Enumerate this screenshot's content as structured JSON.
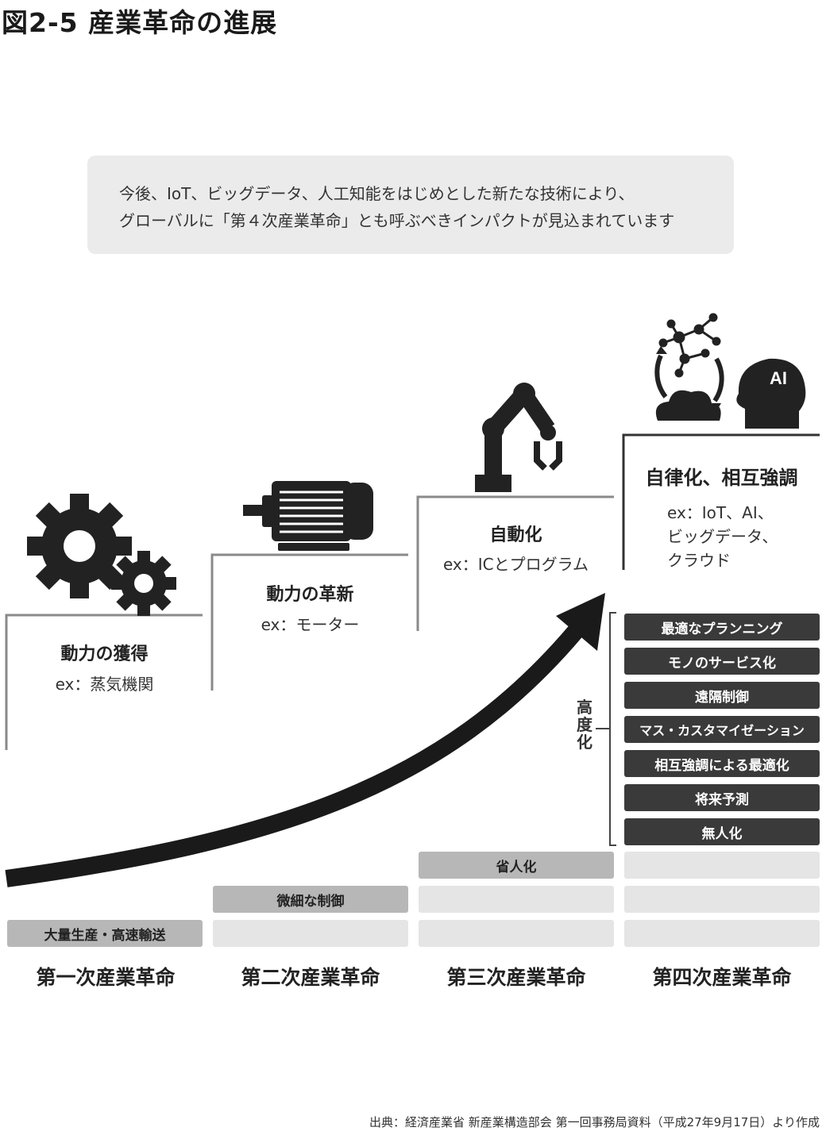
{
  "title": "図2-5 産業革命の進展",
  "callout": {
    "line1": "今後、IoT、ビッグデータ、人工知能をはじめとした新たな技術により、",
    "line2": "グローバルに「第４次産業革命」とも呼ぶべきインパクトが見込まれています"
  },
  "steps": [
    {
      "name": "動力の獲得",
      "ex": "ex：蒸気機関",
      "icon": "gears-icon"
    },
    {
      "name": "動力の革新",
      "ex": "ex：モーター",
      "icon": "motor-icon"
    },
    {
      "name": "自動化",
      "ex": "ex：ICとプログラム",
      "icon": "robot-arm-icon"
    },
    {
      "name": "自律化、相互強調",
      "ex_lines": [
        "ex：IoT、AI、",
        "ビッグデータ、",
        "クラウド"
      ],
      "icon": "network-cloud-ai-icon",
      "icon_text": "AI"
    }
  ],
  "bars": {
    "era1": "大量生産・高速輸送",
    "era2": "微細な制御",
    "era3": "省人化",
    "era4": [
      "最適なプランニング",
      "モノのサービス化",
      "遠隔制御",
      "マス・カスタマイゼーション",
      "相互強調による最適化",
      "将来予測",
      "無人化"
    ]
  },
  "bracket_label": "高度化",
  "eras": [
    "第一次産業革命",
    "第二次産業革命",
    "第三次産業革命",
    "第四次産業革命"
  ],
  "source": "出典：経済産業省 新産業構造部会 第一回事務局資料（平成27年9月17日）より作成",
  "colors": {
    "dark_bar": "#3a3a3a",
    "mid_bar": "#b7b7b7",
    "light_bar": "#e5e5e5",
    "callout_bg": "#ebebeb",
    "arrow": "#1a1a1a"
  }
}
